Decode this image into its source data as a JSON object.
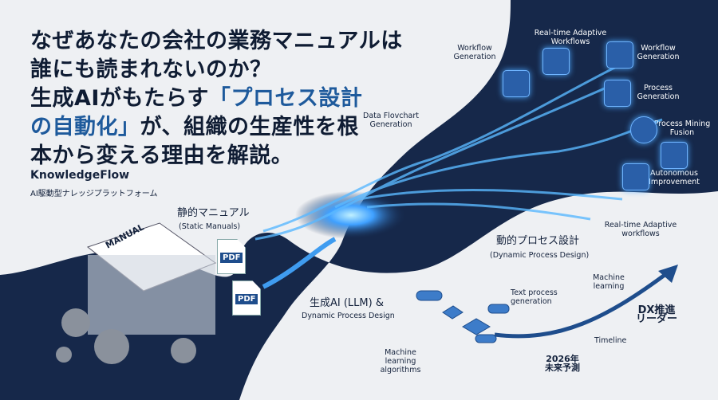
{
  "headline": {
    "line1": "なぜあなたの会社の業務マニュアルは",
    "line2": "誰にも読まれないのか？",
    "line3_pre": "生成AIがもたらす",
    "line3_hl": "「プロセス設計",
    "line4_hl": "の自動化」",
    "line4_post": "が、組織の生産性を根",
    "line5": "本から変える理由を解説。"
  },
  "brand": {
    "name": "KnowledgeFlow",
    "tagline": "AI駆動型ナレッジプラットフォーム"
  },
  "labels": {
    "data_flowchart": "Data Flovchart Generation",
    "workflow_gen_1": "Workflow Generation",
    "realtime_adaptive": "Real-time Adaptive Workflows",
    "workflow_gen_2": "Workflow Generation",
    "process_gen": "Process Generation",
    "process_mining": "Process Mining Fusion",
    "autonomous": "Autonomous Improvement",
    "static_jp": "静的マニュアル",
    "static_en": "(Static Manuals)",
    "manual": "MANUAL",
    "pdf": "PDF",
    "realtime_adaptive_2": "Real-time Adaptive workflows",
    "dynamic_jp": "動的プロセス設計",
    "dynamic_en": "(Dynamic Process Design)",
    "machine_learning": "Machine learning",
    "text_process": "Text process generation",
    "genai_jp": "生成AI (LLM) &",
    "genai_en": "Dynamic Process Design",
    "ml_algorithms": "Machine learning algorithms",
    "dx_leader": "DX推進 リーダー",
    "timeline": "Timeline",
    "forecast": "2026年 未来予測"
  },
  "colors": {
    "background": "#eef0f3",
    "navy": "#16284a",
    "accent": "#1e5a9c",
    "glow": "#4aa6ff"
  }
}
